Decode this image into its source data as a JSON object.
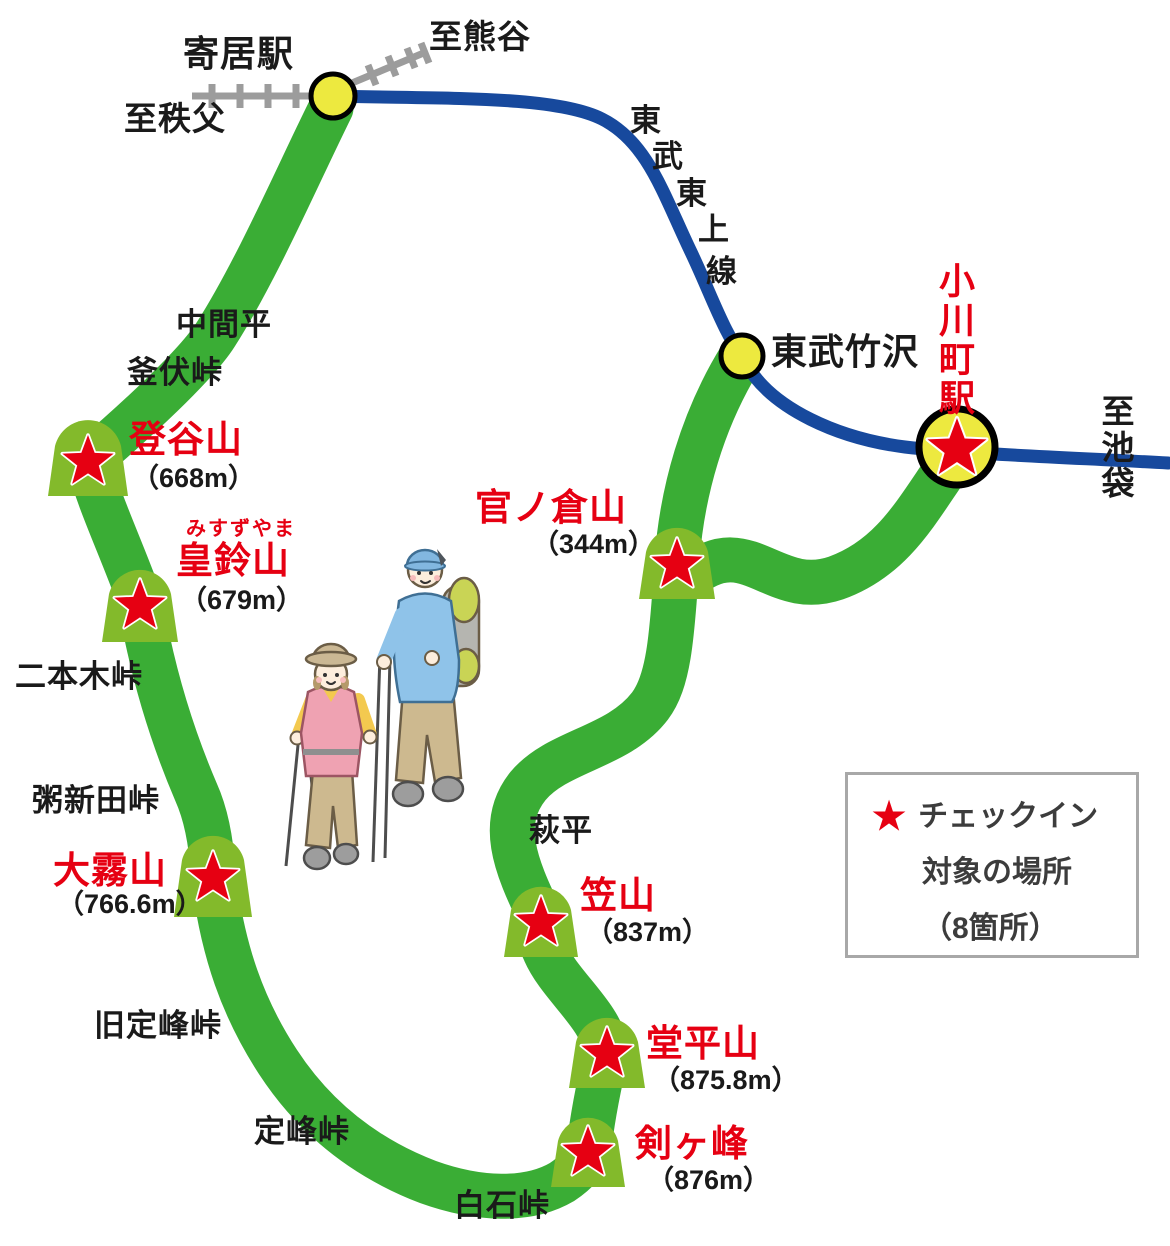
{
  "stations": {
    "yorii": "寄居駅",
    "tobu_takezawa": "東武竹沢",
    "ogawamachi": "小川町駅"
  },
  "directions": {
    "to_chichibu": "至秩父",
    "to_kumagaya": "至熊谷",
    "to_ikebukuro": "至池袋"
  },
  "railway": {
    "line_name": "東武東上線",
    "line_chars": [
      "東",
      "武",
      "東",
      "上",
      "線"
    ]
  },
  "mountains": [
    {
      "name": "登谷山",
      "elevation": "（668m）"
    },
    {
      "name": "皇鈴山",
      "furigana": "みすずやま",
      "elevation": "（679m）"
    },
    {
      "name": "大霧山",
      "elevation": "（766.6m）"
    },
    {
      "name": "官ノ倉山",
      "elevation": "（344m）"
    },
    {
      "name": "笠山",
      "elevation": "（837m）"
    },
    {
      "name": "堂平山",
      "elevation": "（875.8m）"
    },
    {
      "name": "剣ヶ峰",
      "elevation": "（876m）"
    }
  ],
  "passes": [
    {
      "name": "中間平"
    },
    {
      "name": "釜伏峠"
    },
    {
      "name": "二本木峠"
    },
    {
      "name": "粥新田峠"
    },
    {
      "name": "旧定峰峠"
    },
    {
      "name": "定峰峠"
    },
    {
      "name": "白石峠"
    },
    {
      "name": "萩平"
    }
  ],
  "legend": {
    "star": "★",
    "line1": "チェックイン",
    "line2": "対象の場所",
    "line3": "（8箇所）"
  },
  "colors": {
    "route_green": "#3aad35",
    "peak_green": "#83ba2b",
    "rail_blue": "#17499d",
    "rail_gray": "#9c9c9c",
    "station_yellow": "#ede93f",
    "star_red": "#e60012",
    "peak_name_red": "#e60012",
    "text_black": "#1a1a1a",
    "legend_text": "#3c3c3c",
    "legend_border": "#a8a8a8"
  }
}
